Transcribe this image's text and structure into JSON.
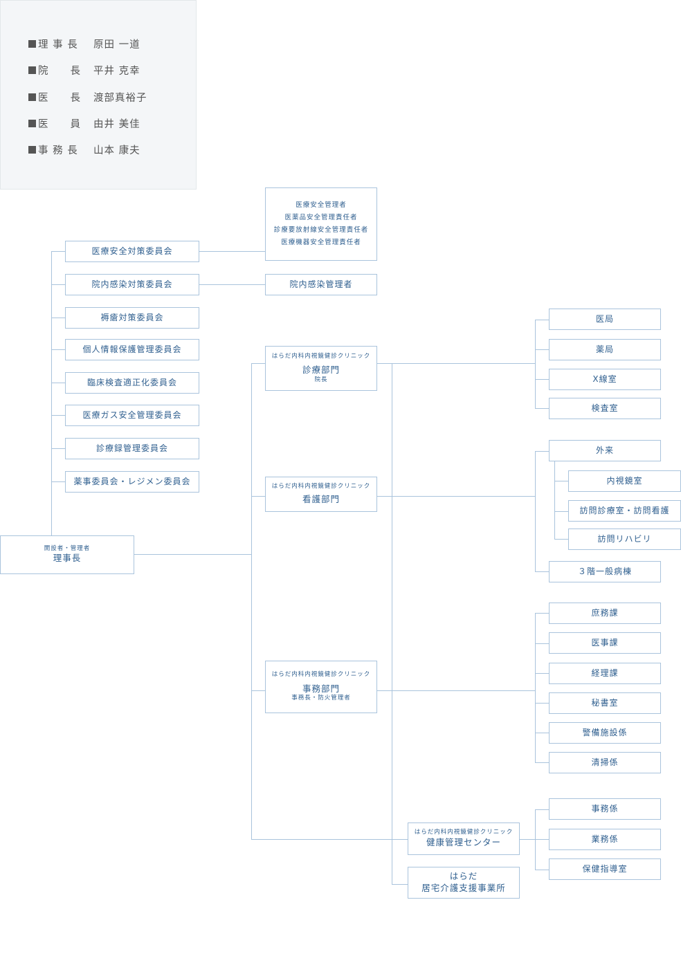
{
  "staff": [
    {
      "role": "理 事 長",
      "name": "原田 一道"
    },
    {
      "role": "院　　長",
      "name": "平井 克幸"
    },
    {
      "role": "医　　長",
      "name": "渡部真裕子"
    },
    {
      "role": "医　　員",
      "name": "由井 美佳"
    },
    {
      "role": "事 務 長",
      "name": "山本 康夫"
    }
  ],
  "root": {
    "sub": "開設者・管理者",
    "title": "理事長"
  },
  "committees": [
    "医療安全対策委員会",
    "院内感染対策委員会",
    "褥瘡対策委員会",
    "個人情報保護管理委員会",
    "臨床検査適正化委員会",
    "医療ガス安全管理委員会",
    "診療録管理委員会",
    "薬事委員会・レジメン委員会"
  ],
  "safety_managers": [
    "医療安全管理者",
    "医薬品安全管理責任者",
    "診療要放射線安全管理責任者",
    "医療機器安全管理責任者"
  ],
  "infection_manager": "院内感染管理者",
  "clinic_name": "はらだ内科内視鏡健診クリニック",
  "departments": {
    "medical": {
      "title": "診療部門",
      "sub": "院長",
      "units": [
        "医局",
        "薬局",
        "X線室",
        "検査室"
      ]
    },
    "nursing": {
      "title": "看護部門",
      "outpatient": "外来",
      "outpatient_units": [
        "内視鏡室",
        "訪問診療室・訪問看護",
        "訪問リハビリ"
      ],
      "ward": "３階一般病棟"
    },
    "admin": {
      "title": "事務部門",
      "sub": "事務長・防火管理者",
      "units": [
        "庶務課",
        "医事課",
        "経理課",
        "秘書室",
        "警備施設係",
        "清掃係"
      ]
    },
    "health": {
      "title": "健康管理センター",
      "units": [
        "事務係",
        "業務係",
        "保健指導室"
      ]
    },
    "care": {
      "line1": "はらだ",
      "line2": "居宅介護支援事業所"
    }
  },
  "colors": {
    "line": "#a9c3dc",
    "text": "#2f5f8f",
    "panel": "#f4f6f8"
  }
}
